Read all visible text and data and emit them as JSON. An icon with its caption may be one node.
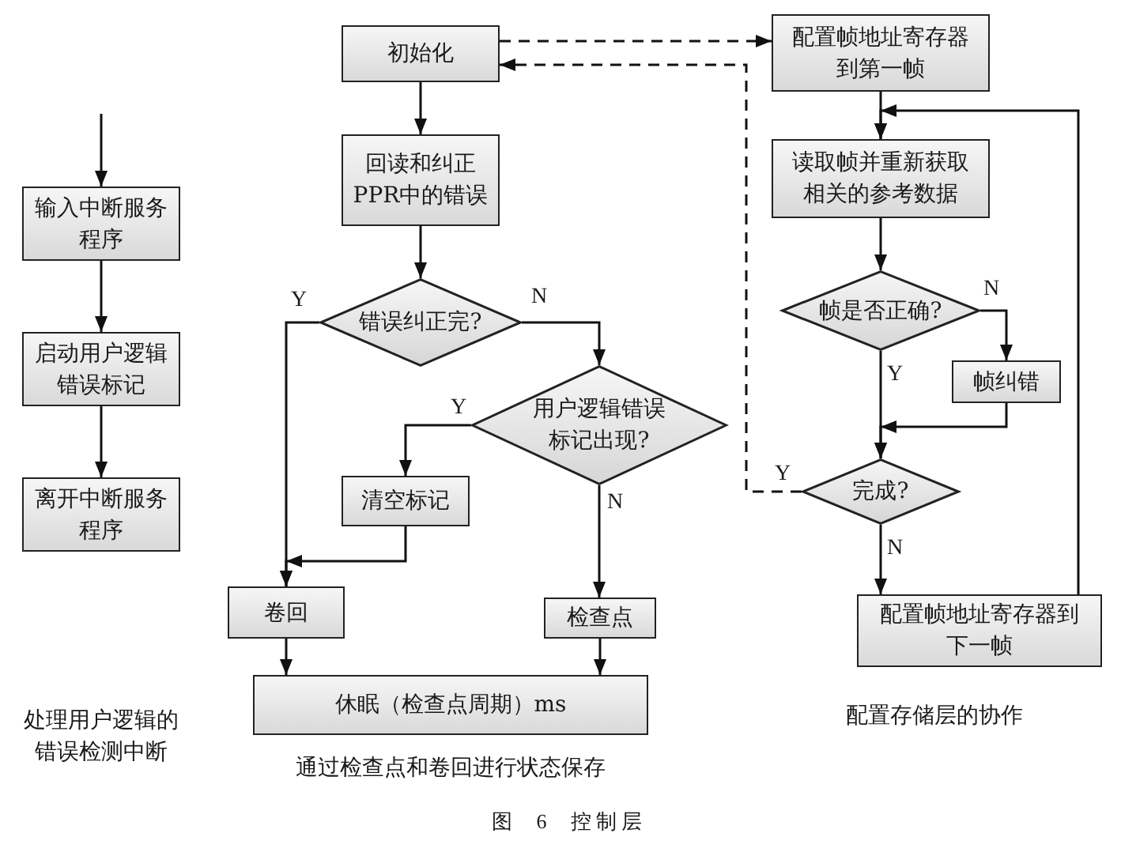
{
  "diagram": {
    "caption": "图 6 控制层",
    "nodes": [
      {
        "text": [
          "输入中断服务程序"
        ]
      },
      {
        "text": [
          "启动用户逻辑错误标记"
        ]
      },
      {
        "text": [
          "离开中断服务程序"
        ]
      },
      {
        "text": [
          "初始化"
        ]
      },
      {
        "text": [
          "回读和纠正PPR中的错误"
        ]
      },
      {
        "text": [
          "错误纠正完?"
        ]
      },
      {
        "text": [
          "用户逻辑错误标记出现?"
        ]
      },
      {
        "text": [
          "清空标记"
        ]
      },
      {
        "text": [
          "卷回"
        ]
      },
      {
        "text": [
          "检查点"
        ]
      },
      {
        "text": [
          "休眠（检查点周期）ms"
        ]
      },
      {
        "text": [
          "配置帧地址寄存器到第一帧"
        ]
      },
      {
        "text": [
          "读取帧并重新获取相关的参考数据"
        ]
      },
      {
        "text": [
          "帧是否正确?"
        ]
      },
      {
        "text": [
          "帧纠错"
        ]
      },
      {
        "text": [
          "完成?"
        ]
      },
      {
        "text": [
          "配置帧地址寄存器到下一帧"
        ]
      }
    ],
    "edges": [
      {
        "from": null,
        "to": 0,
        "arrow": "to"
      },
      {
        "from": 0,
        "to": 1,
        "arrow": "to"
      },
      {
        "from": 1,
        "to": 2,
        "arrow": "to"
      },
      {
        "from": 3,
        "to": 4,
        "arrow": "to"
      },
      {
        "from": 4,
        "to": 5,
        "arrow": "to"
      },
      {
        "from": 5,
        "to": 8,
        "arrow": "to",
        "label": "Y"
      },
      {
        "from": 5,
        "to": 6,
        "arrow": "to",
        "label": "N"
      },
      {
        "from": 6,
        "to": 7,
        "arrow": "to",
        "label": "Y"
      },
      {
        "from": 6,
        "to": 9,
        "arrow": "to",
        "label": "N"
      },
      {
        "from": 7,
        "to": 8,
        "arrow": "to"
      },
      {
        "from": 8,
        "to": 10,
        "arrow": "to"
      },
      {
        "from": 9,
        "to": 10,
        "arrow": "to"
      },
      {
        "from": 3,
        "to": 11,
        "arrow": "to",
        "style": "dashed"
      },
      {
        "from": 11,
        "to": 12,
        "arrow": "to"
      },
      {
        "from": 12,
        "to": 13,
        "arrow": "to"
      },
      {
        "from": 13,
        "to": 14,
        "arrow": "to",
        "label": "N"
      },
      {
        "from": 13,
        "to": 15,
        "arrow": "to",
        "label": "Y"
      },
      {
        "from": 14,
        "to": 15,
        "arrow": "to"
      },
      {
        "from": 15,
        "to": 16,
        "arrow": "to",
        "label": "N"
      },
      {
        "from": 16,
        "to": 12,
        "arrow": "to"
      },
      {
        "from": 15,
        "to": 3,
        "arrow": "to",
        "label": "Y",
        "style": "dashed"
      }
    ],
    "labels": [
      "处理用户逻辑的错误检测中断",
      "通过检查点和卷回进行状态保存",
      "配置存储层的协作"
    ]
  }
}
